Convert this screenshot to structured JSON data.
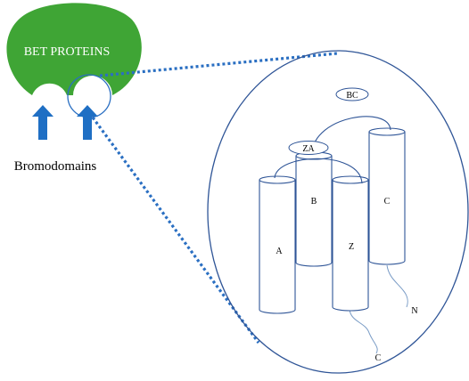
{
  "protein_label": "BET PROTEINS",
  "bromodomain_label": "Bromodomains",
  "helices": {
    "a": "A",
    "b": "B",
    "z": "Z",
    "c": "C"
  },
  "loops": {
    "bc": "BC",
    "za": "ZA"
  },
  "termini": {
    "n": "N",
    "c": "C"
  },
  "colors": {
    "protein_fill": "#3fa535",
    "arrow_fill": "#1f6fc4",
    "dotted_line": "#2a6fc2",
    "outline": "#2f5597",
    "tail": "#7a9cc6"
  }
}
